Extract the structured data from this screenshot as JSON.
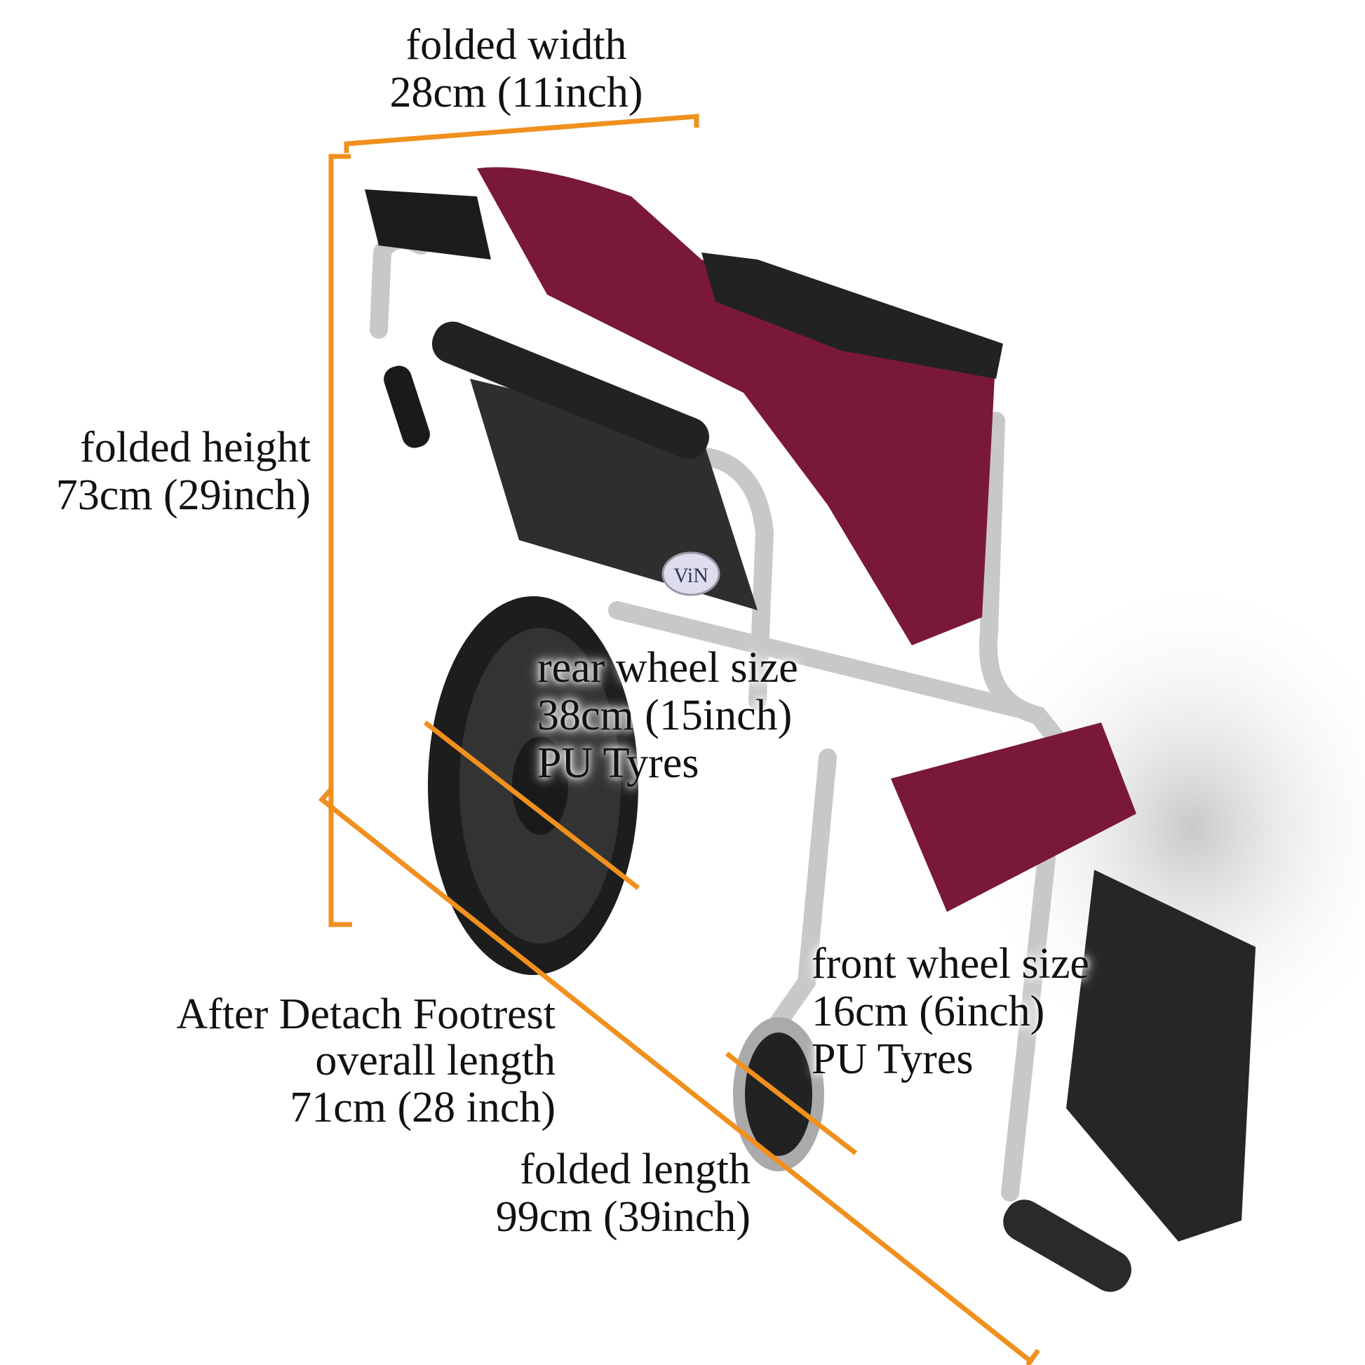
{
  "annotations": {
    "folded_width": {
      "title": "folded width",
      "value": "28cm (11inch)"
    },
    "folded_height": {
      "title": "folded height",
      "value": "73cm (29inch)"
    },
    "rear_wheel": {
      "title": "rear wheel size",
      "value": "38cm (15inch)",
      "type": "PU Tyres"
    },
    "front_wheel": {
      "title": "front wheel size",
      "value": "16cm (6inch)",
      "type": "PU Tyres"
    },
    "detach": {
      "line1": "After Detach Footrest",
      "line2": "overall length",
      "value": "71cm (28 inch)"
    },
    "folded_length": {
      "title": "folded length",
      "value": "99cm (39inch)"
    }
  },
  "brand_logo": "ViN",
  "colors": {
    "dimension_line": "#f0901e",
    "upholstery": "#7a1838",
    "frame": "#c8c8c8",
    "plastic": "#2a2a2a"
  }
}
